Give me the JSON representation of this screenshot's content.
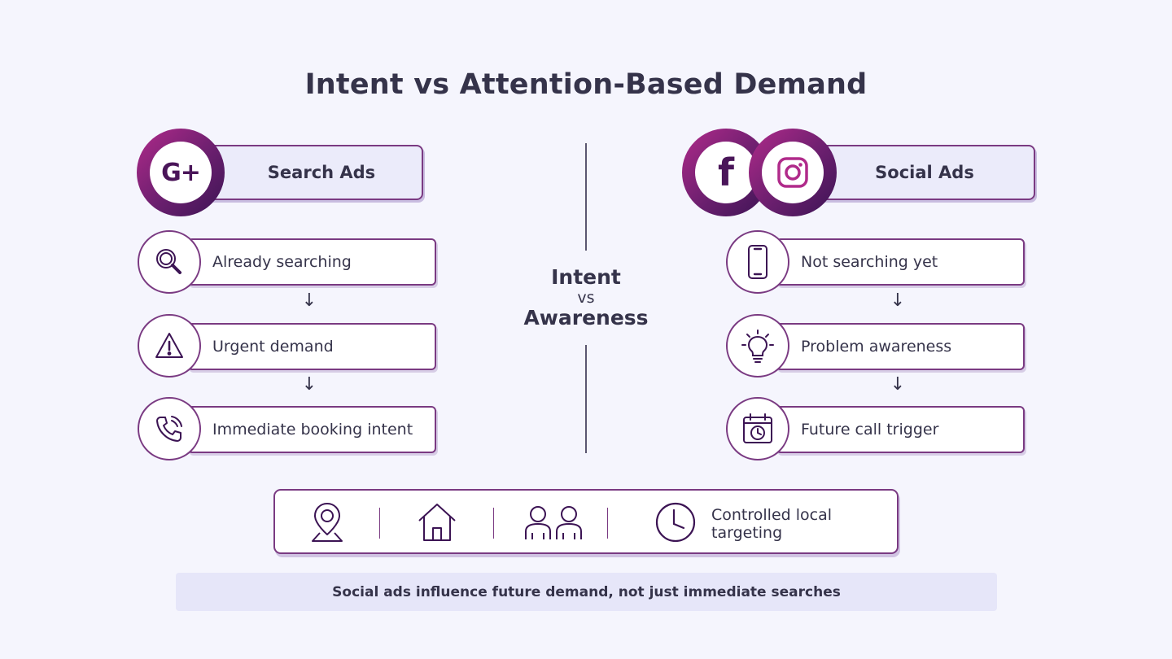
{
  "title": "Intent vs Attention-Based Demand",
  "left": {
    "header": "Search Ads",
    "logo_text": "G+",
    "steps": [
      {
        "label": "Already searching",
        "icon": "magnifier-icon"
      },
      {
        "label": "Urgent demand",
        "icon": "warning-icon"
      },
      {
        "label": "Immediate booking intent",
        "icon": "phone-call-icon"
      }
    ]
  },
  "right": {
    "header": "Social Ads",
    "logo_text": "f",
    "steps": [
      {
        "label": "Not searching yet",
        "icon": "smartphone-icon"
      },
      {
        "label": "Problem awareness",
        "icon": "lightbulb-icon"
      },
      {
        "label": "Future call trigger",
        "icon": "calendar-clock-icon"
      }
    ]
  },
  "center": {
    "line1": "Intent",
    "line2": "vs",
    "line3": "Awareness"
  },
  "arrow_glyph": "↓",
  "targeting": {
    "icons": [
      "location-pin-icon",
      "house-icon",
      "people-icon",
      "clock-icon"
    ],
    "label": "Controlled local targeting"
  },
  "footer": "Social ads influence future demand, not just immediate searches",
  "colors": {
    "background": "#f5f5fd",
    "accent": "#7a3a82",
    "ring_start": "#b02a8a",
    "ring_end": "#3c1454",
    "text": "#35334a",
    "footer_bg": "#e6e6f9"
  }
}
